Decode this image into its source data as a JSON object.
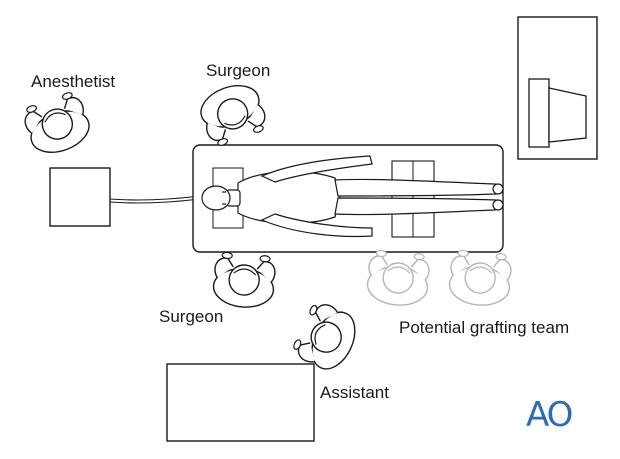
{
  "labels": {
    "anesthetist": "Anesthetist",
    "surgeon_top": "Surgeon",
    "surgeon_bottom": "Surgeon",
    "assistant": "Assistant",
    "grafting_team": "Potential grafting team"
  },
  "logo": {
    "text": "AO"
  },
  "colors": {
    "line": "#1a1a1a",
    "faded_line": "#b5b5b5",
    "logo": "#2b6cb6"
  }
}
